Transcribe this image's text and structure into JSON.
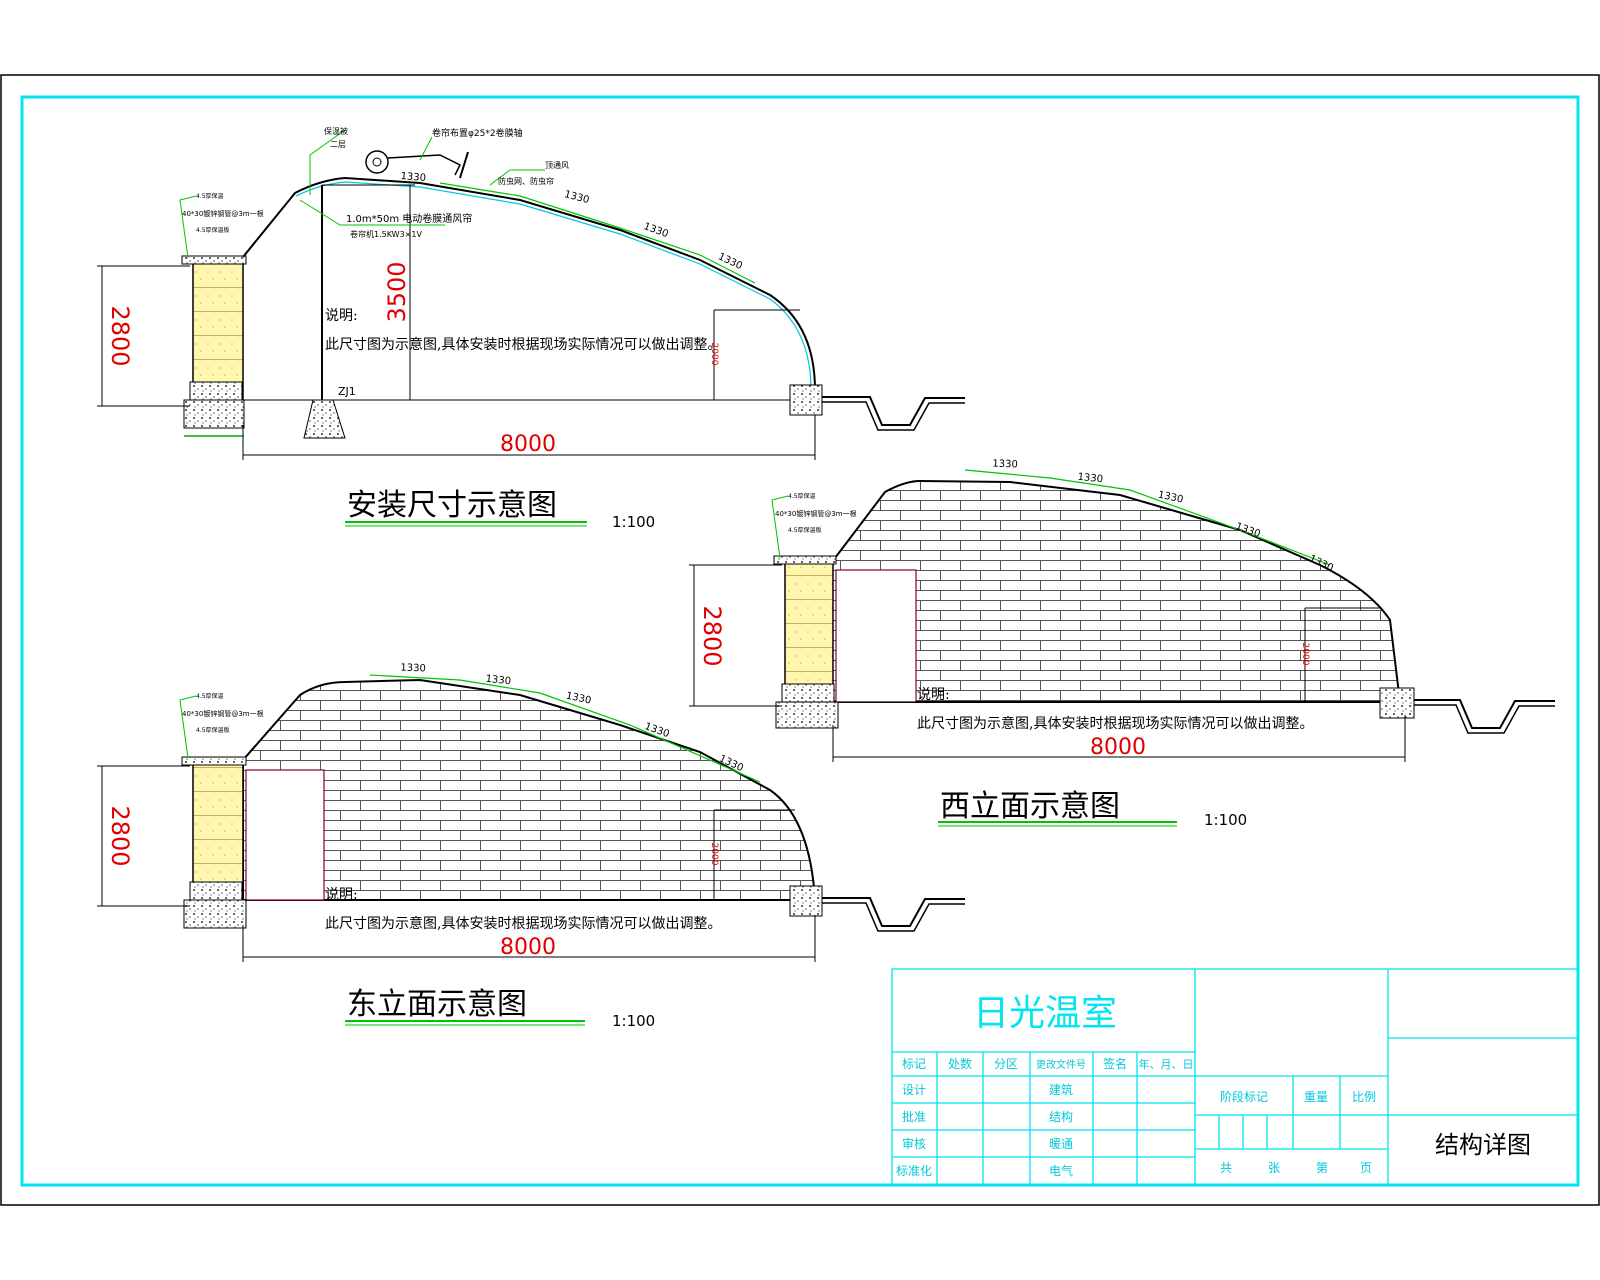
{
  "colors": {
    "frame_cyan": "#00e5f0",
    "dimension_red": "#e00000",
    "leader_green": "#00c400",
    "wall_yellow": "#fff6b0",
    "gable_line": "#555555"
  },
  "icons": {
    "roller": "circle-roller-icon",
    "arrow": "leader-arrow-icon"
  },
  "views": {
    "install": {
      "title": "安装尺寸示意图",
      "scale": "1:100",
      "dim_width": "8000",
      "dim_wall": "2800",
      "dim_height": "3500",
      "dim_front": "2000",
      "dim_segments": [
        "1330",
        "1330",
        "1330",
        "1330"
      ],
      "post_label": "ZJ1",
      "note_title": "说明:",
      "note_text": "此尺寸图为示意图,具体安装时根据现场实际情况可以做出调整。",
      "labels": {
        "curtain": "1.0m*50m 电动卷膜通风帘",
        "motor": "卷帘机1.5KW3×1V",
        "roller_axis": "卷帘布置φ25*2卷膜轴",
        "top_vent": "顶通风",
        "insect_net": "防虫网、防虫帘",
        "ridge": "保温被",
        "ridge2": "二层",
        "wall_a": "4.5厚保温",
        "wall_b": "40*30镀锌钢管@3m一根",
        "wall_c": "4.5厚保温板"
      }
    },
    "west": {
      "title": "西立面示意图",
      "scale": "1:100",
      "dim_width": "8000",
      "dim_wall": "2800",
      "dim_front": "2000",
      "dim_segments": [
        "1330",
        "1330",
        "1330",
        "1330",
        "1330"
      ],
      "note_title": "说明:",
      "note_text": "此尺寸图为示意图,具体安装时根据现场实际情况可以做出调整。",
      "labels": {
        "wall_a": "4.5厚保温",
        "wall_b": "40*30镀锌钢管@3m一根",
        "wall_c": "4.5厚保温板"
      }
    },
    "east": {
      "title": "东立面示意图",
      "scale": "1:100",
      "dim_width": "8000",
      "dim_wall": "2800",
      "dim_front": "2000",
      "dim_segments": [
        "1330",
        "1330",
        "1330",
        "1330",
        "1330"
      ],
      "note_title": "说明:",
      "note_text": "此尺寸图为示意图,具体安装时根据现场实际情况可以做出调整。",
      "labels": {
        "wall_a": "4.5厚保温",
        "wall_b": "40*30镀锌钢管@3m一根",
        "wall_c": "4.5厚保温板"
      }
    }
  },
  "title_block": {
    "project": "日光温室",
    "drawing_name": "结构详图",
    "header": [
      "标记",
      "处数",
      "分区",
      "更改文件号",
      "签名",
      "年、月、日"
    ],
    "roles_left": [
      "设计",
      "批准",
      "审核",
      "标准化"
    ],
    "roles_mid": [
      "建筑",
      "结构",
      "暖通",
      "电气"
    ],
    "stage_headers": [
      "阶段标记",
      "重量",
      "比例"
    ],
    "sheet_count": [
      "共",
      "张",
      "第",
      "页"
    ]
  }
}
